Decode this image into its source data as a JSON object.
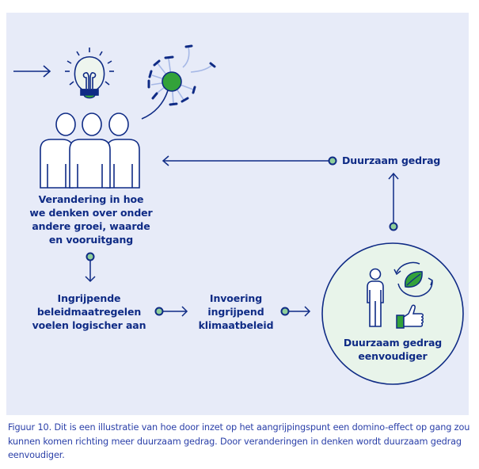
{
  "colors": {
    "panel_bg": "#e7ebf8",
    "navy": "#0f2b85",
    "green": "#33a23a",
    "light_green": "#e8f4ea",
    "node_fill": "#8fcf9a",
    "light_blue": "#a6b8e6",
    "caption": "#2a3fa8"
  },
  "nodes": {
    "thinking": {
      "label": "Verandering in hoe we denken over onder andere groei, waarde en vooruitgang",
      "lines": [
        "Verandering in hoe",
        "we denken over onder",
        "andere groei, waarde",
        "en vooruitgang"
      ],
      "icons": [
        "arrow-in-icon",
        "lightbulb-icon",
        "dandelion-icon",
        "people-group-icon"
      ]
    },
    "policy_measures": {
      "lines": [
        "Ingrijpende",
        "beleidmaatregelen",
        "voelen logischer aan"
      ]
    },
    "climate_policy": {
      "lines": [
        "Invoering",
        "ingrijpend",
        "klimaatbeleid"
      ]
    },
    "easier_behaviour": {
      "lines": [
        "Duurzaam gedrag",
        "eenvoudiger"
      ],
      "icons": [
        "person-icon",
        "recycle-leaf-icon",
        "thumbs-up-icon"
      ]
    },
    "sustainable_behaviour": {
      "label": "Duurzaam gedrag"
    }
  },
  "caption": "Figuur 10. Dit is een illustratie van hoe door inzet op het aangrijpingspunt een domino-effect op gang zou kunnen komen richting meer duurzaam gedrag. Door veranderingen in denken wordt duurzaam gedrag eenvoudiger."
}
